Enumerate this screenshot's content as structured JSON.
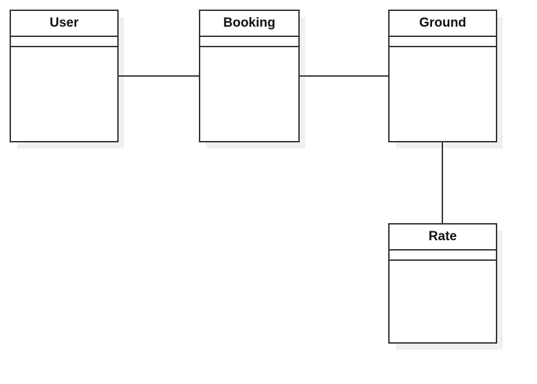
{
  "diagram": {
    "classes": [
      {
        "id": "user",
        "name": "User"
      },
      {
        "id": "booking",
        "name": "Booking"
      },
      {
        "id": "ground",
        "name": "Ground"
      },
      {
        "id": "rate",
        "name": "Rate"
      }
    ],
    "associations": [
      {
        "from": "User",
        "to": "Booking"
      },
      {
        "from": "Booking",
        "to": "Ground"
      },
      {
        "from": "Ground",
        "to": "Rate"
      }
    ]
  }
}
